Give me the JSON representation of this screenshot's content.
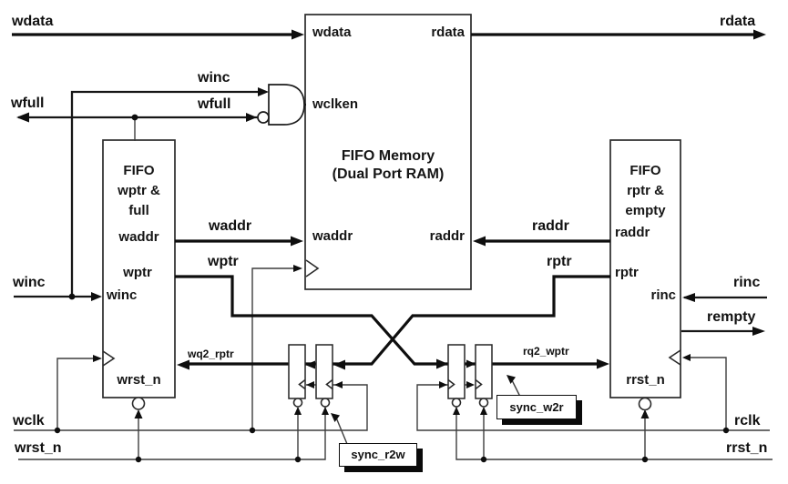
{
  "ext": {
    "wdata": "wdata",
    "rdata": "rdata",
    "winc_gate": "winc",
    "wfull_gate": "wfull",
    "wfull_out": "wfull",
    "waddr": "waddr",
    "wptr": "wptr",
    "raddr": "raddr",
    "rptr": "rptr",
    "winc_in": "winc",
    "rinc": "rinc",
    "rempty": "rempty",
    "wq2_rptr": "wq2_rptr",
    "rq2_wptr": "rq2_wptr",
    "wclk": "wclk",
    "wrst_n": "wrst_n",
    "rclk": "rclk",
    "rrst_n": "rrst_n"
  },
  "ram": {
    "title1": "FIFO Memory",
    "title2": "(Dual Port RAM)",
    "wdata": "wdata",
    "rdata": "rdata",
    "wclken": "wclken",
    "waddr": "waddr",
    "raddr": "raddr"
  },
  "wblock": {
    "t1": "FIFO",
    "t2": "wptr &",
    "t3": "full",
    "waddr": "waddr",
    "wptr": "wptr",
    "winc": "winc",
    "wrst_n": "wrst_n"
  },
  "rblock": {
    "t1": "FIFO",
    "t2": "rptr &",
    "t3": "empty",
    "raddr": "raddr",
    "rptr": "rptr",
    "rinc": "rinc",
    "rrst_n": "rrst_n"
  },
  "sync": {
    "r2w": "sync_r2w",
    "w2r": "sync_w2r"
  },
  "colors": {
    "ink": "#111111",
    "thin_wire": "#3d3d3d",
    "background": "#ffffff"
  }
}
